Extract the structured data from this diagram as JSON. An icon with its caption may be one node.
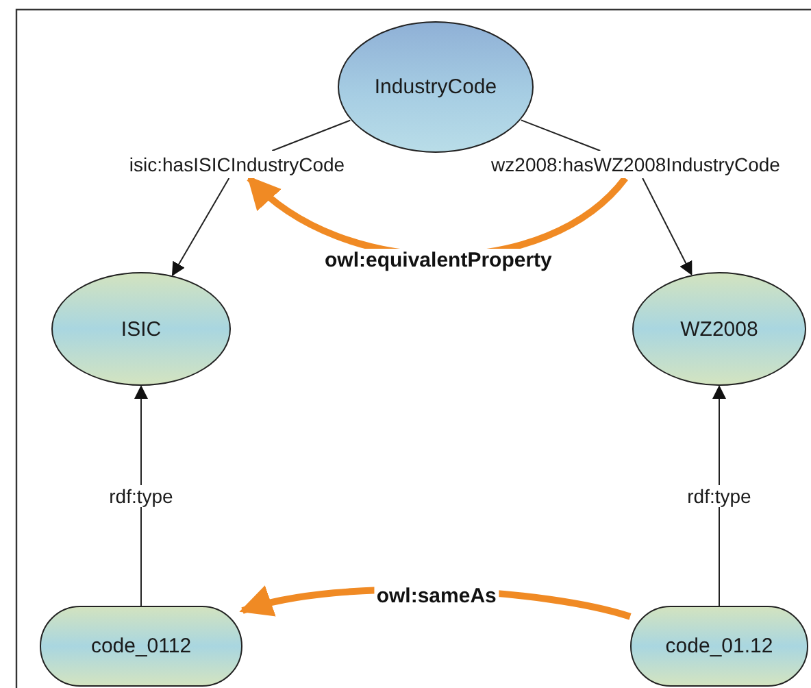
{
  "diagram": {
    "nodes": [
      {
        "text": [
          "IndustryCode"
        ]
      },
      {
        "text": [
          "ISIC"
        ]
      },
      {
        "text": [
          "WZ2008"
        ]
      },
      {
        "text": [
          "code_0112"
        ]
      },
      {
        "text": [
          "code_01.12"
        ]
      },
      {
        "text": [
          "isic:hasISICIndustryCode"
        ]
      },
      {
        "text": [
          "wz2008:hasWZ2008IndustryCode"
        ]
      }
    ],
    "edges": [
      {
        "from": 0,
        "to": 5,
        "arrow": "none"
      },
      {
        "from": 5,
        "to": 1,
        "arrow": "to"
      },
      {
        "from": 0,
        "to": 6,
        "arrow": "none"
      },
      {
        "from": 6,
        "to": 2,
        "arrow": "to"
      },
      {
        "from": 3,
        "to": 1,
        "arrow": "to",
        "label": "rdf:type"
      },
      {
        "from": 4,
        "to": 2,
        "arrow": "to",
        "label": "rdf:type"
      },
      {
        "from": 6,
        "to": 5,
        "arrow": "to",
        "label": "owl:equivalentProperty",
        "style": "thick",
        "color": "#f08a24"
      },
      {
        "from": 4,
        "to": 3,
        "arrow": "to",
        "label": "owl:sameAs",
        "style": "thick",
        "color": "#f08a24"
      }
    ]
  }
}
